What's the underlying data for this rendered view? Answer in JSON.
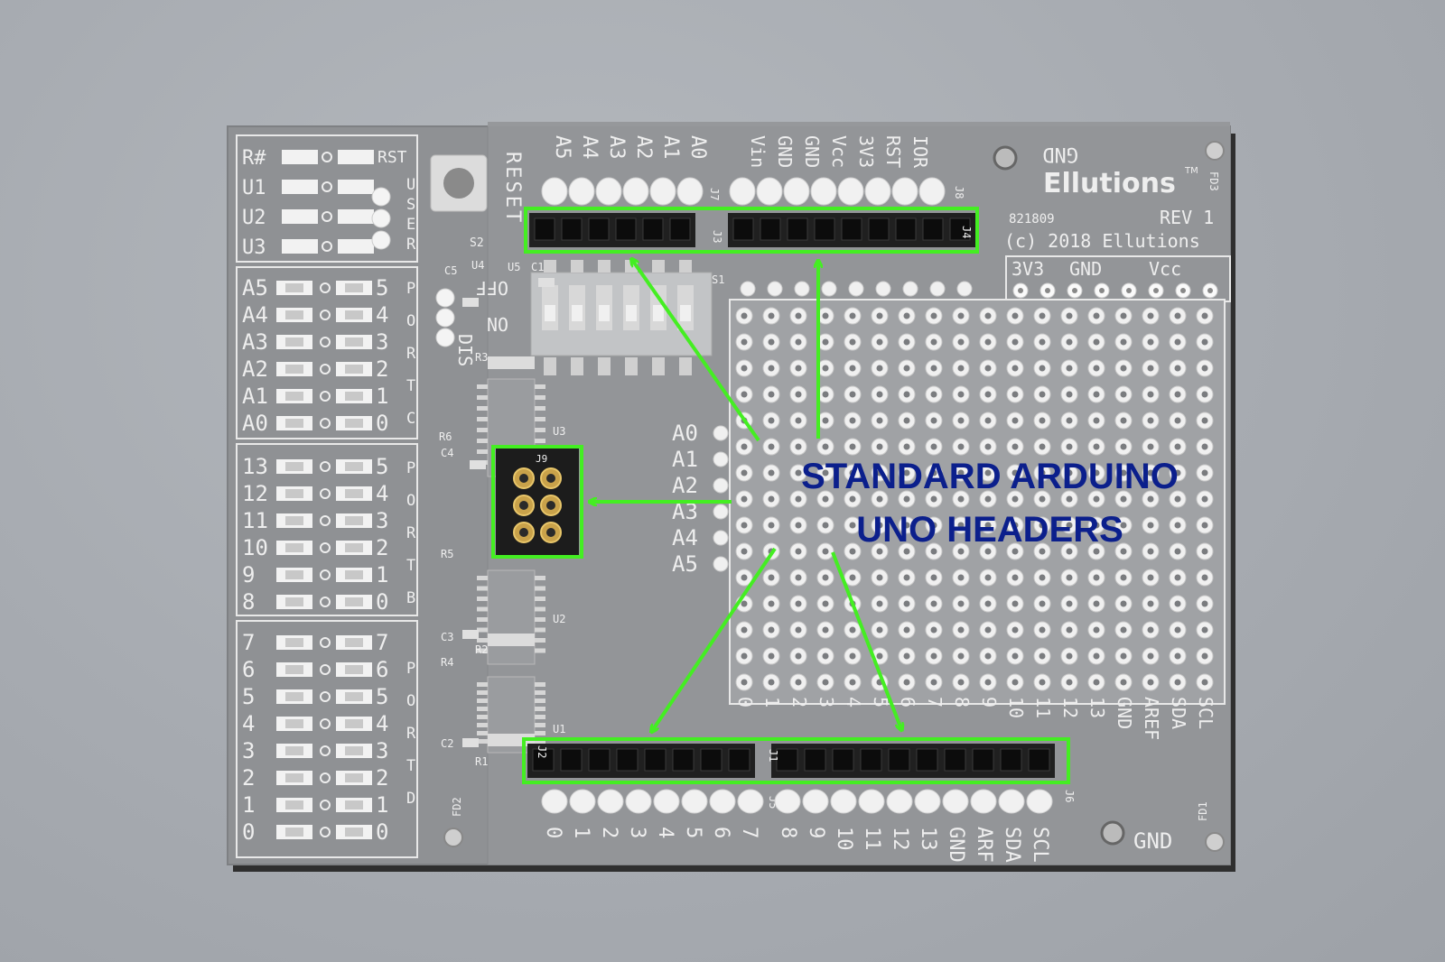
{
  "caption": {
    "line1": "STANDARD ARDUINO",
    "line2": "UNO HEADERS"
  },
  "board": {
    "brand": "Ellutions",
    "tm": "TM",
    "rev": "REV 1",
    "part_no": "821809",
    "copyright": "(c) 2018 Ellutions",
    "gnd_label": "GND",
    "power_labels": [
      "3V3",
      "GND",
      "Vcc"
    ],
    "fd_labels": [
      "FD1",
      "FD2",
      "FD3"
    ],
    "reset_label": "RESET",
    "switch_labels": {
      "off": "OFF",
      "on": "ON",
      "dis": "DIS"
    },
    "top_analog_pins": [
      "A5",
      "A4",
      "A3",
      "A2",
      "A1",
      "A0"
    ],
    "top_power_pins": [
      "Vin",
      "GND",
      "GND",
      "Vcc",
      "3V3",
      "RST",
      "IOR"
    ],
    "header_labels": {
      "j3": "J3",
      "j4": "J4",
      "j7": "J7",
      "j8": "J8",
      "j9": "J9",
      "j1": "J1",
      "j2": "J2",
      "j5": "J5",
      "j6": "J6",
      "s1": "S1",
      "s2": "S2"
    },
    "mid_analog_pins": [
      "A0",
      "A1",
      "A2",
      "A3",
      "A4",
      "A5"
    ],
    "bottom_pins_left": [
      "0",
      "1",
      "2",
      "3",
      "4",
      "5",
      "6",
      "7"
    ],
    "bottom_pins_right": [
      "8",
      "9",
      "10",
      "11",
      "12",
      "13",
      "GND",
      "ARF",
      "SDA",
      "SCL"
    ],
    "proto_pin_labels": [
      "0",
      "1",
      "2",
      "3",
      "4",
      "5",
      "6",
      "7",
      "8",
      "9",
      "10",
      "11",
      "12",
      "13",
      "GND",
      "AREF",
      "SDA",
      "SCL"
    ],
    "components": [
      "C1",
      "C2",
      "C3",
      "C4",
      "C5",
      "R1",
      "R2",
      "R3",
      "R4",
      "R5",
      "R6",
      "U1",
      "U2",
      "U3",
      "U4",
      "U5"
    ],
    "left_panel": {
      "top_rows": [
        {
          "left": "R#",
          "right": "RST"
        },
        {
          "left": "U1",
          "right": ""
        },
        {
          "left": "U2",
          "right": ""
        },
        {
          "left": "U3",
          "right": ""
        }
      ],
      "use_letters": [
        "U",
        "S",
        "E",
        "R"
      ],
      "port_c_rows": [
        {
          "left": "A5",
          "right": "5"
        },
        {
          "left": "A4",
          "right": "4"
        },
        {
          "left": "A3",
          "right": "3"
        },
        {
          "left": "A2",
          "right": "2"
        },
        {
          "left": "A1",
          "right": "1"
        },
        {
          "left": "A0",
          "right": "0"
        }
      ],
      "port_c_letters": [
        "P",
        "O",
        "R",
        "T",
        "C"
      ],
      "port_b_rows": [
        {
          "left": "13",
          "right": "5"
        },
        {
          "left": "12",
          "right": "4"
        },
        {
          "left": "11",
          "right": "3"
        },
        {
          "left": "10",
          "right": "2"
        },
        {
          "left": "9",
          "right": "1"
        },
        {
          "left": "8",
          "right": "0"
        }
      ],
      "port_b_letters": [
        "P",
        "O",
        "R",
        "T",
        "B"
      ],
      "port_d_rows": [
        {
          "left": "7",
          "right": "7"
        },
        {
          "left": "6",
          "right": "6"
        },
        {
          "left": "5",
          "right": "5"
        },
        {
          "left": "4",
          "right": "4"
        },
        {
          "left": "3",
          "right": "3"
        },
        {
          "left": "2",
          "right": "2"
        },
        {
          "left": "1",
          "right": "1"
        },
        {
          "left": "0",
          "right": "0"
        }
      ],
      "port_d_letters": [
        "P",
        "O",
        "R",
        "T",
        "D"
      ]
    }
  },
  "colors": {
    "highlight": "#44ee22",
    "caption": "#0b1f8c",
    "board": "#8f9194",
    "silkscreen": "#eeeeee"
  }
}
